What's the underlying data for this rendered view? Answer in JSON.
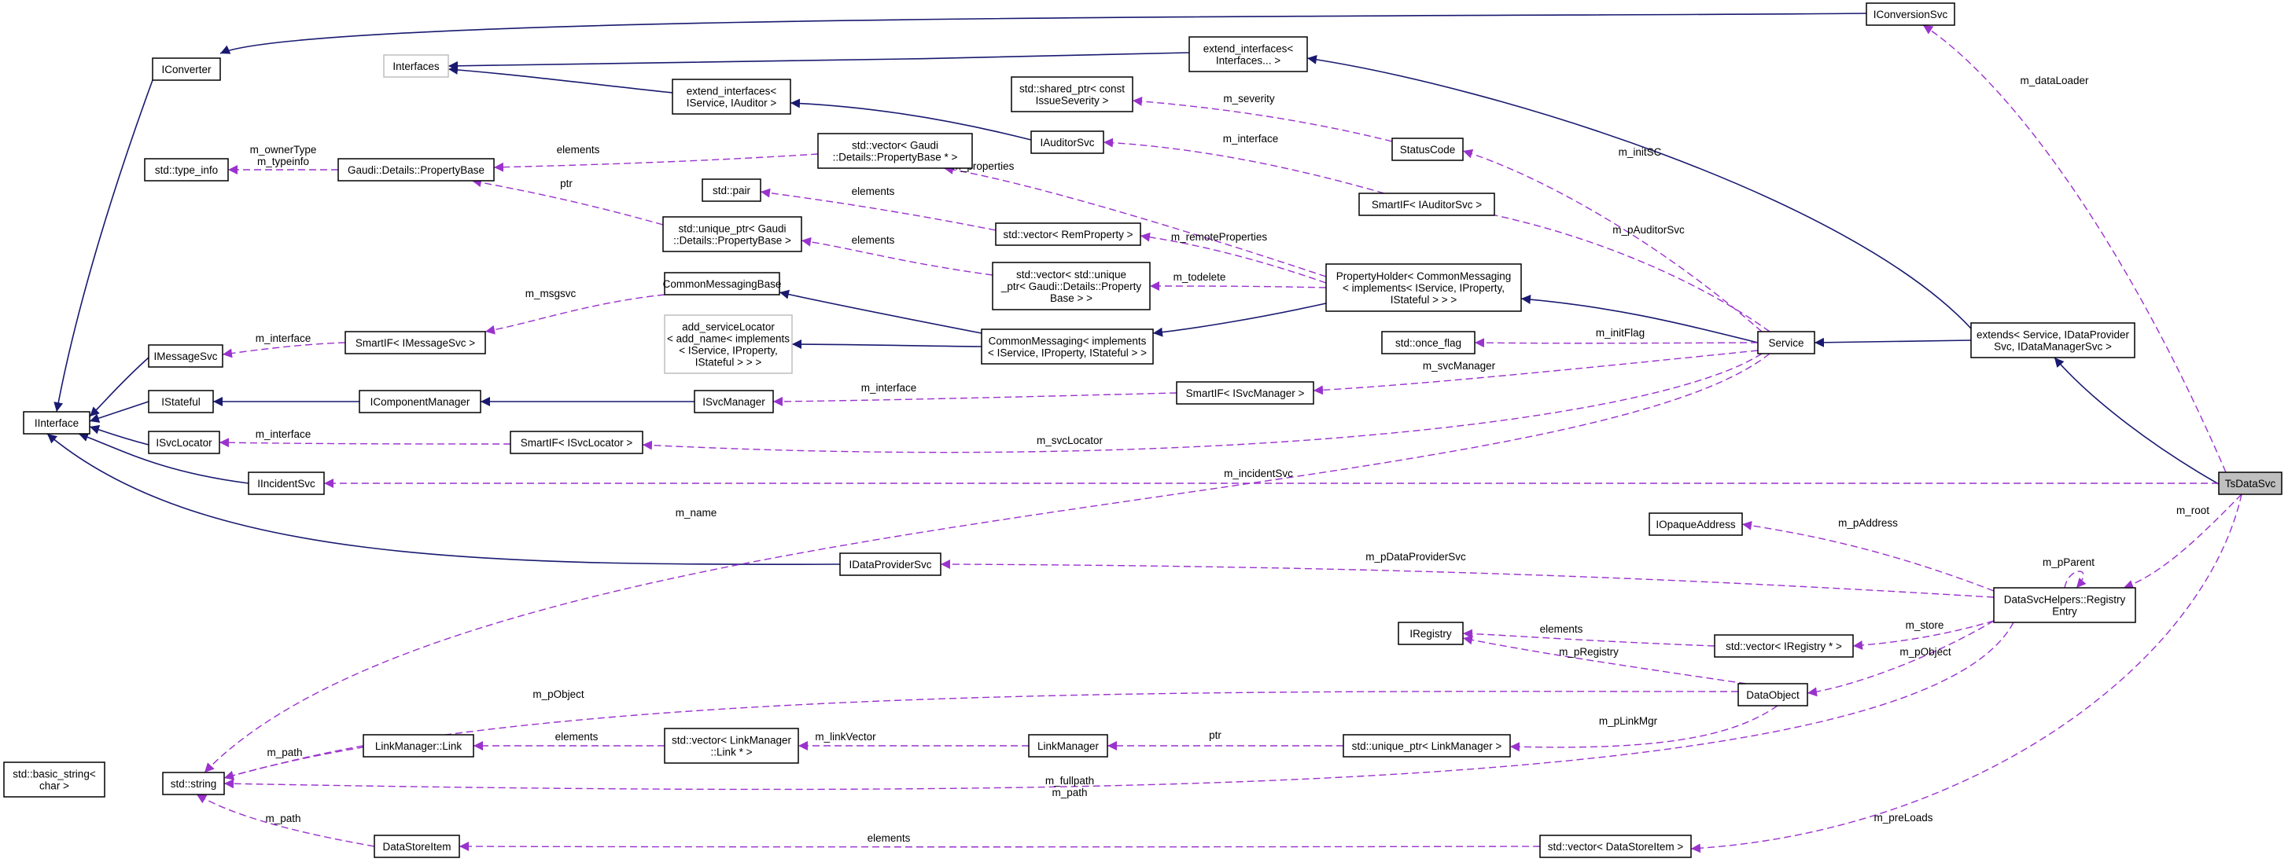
{
  "diagram": {
    "nodes": [
      {
        "id": "IConversionSvc",
        "lines": [
          "IConversionSvc"
        ]
      },
      {
        "id": "IConverter",
        "lines": [
          "IConverter"
        ]
      },
      {
        "id": "Interfaces",
        "lines": [
          "Interfaces"
        ]
      },
      {
        "id": "extend_interfaces_Interfaces",
        "lines": [
          "extend_interfaces<",
          "Interfaces... >"
        ]
      },
      {
        "id": "extend_interfaces_IService_IAuditor",
        "lines": [
          "extend_interfaces<",
          "IService, IAuditor >"
        ]
      },
      {
        "id": "shared_ptr_IssueSeverity",
        "lines": [
          "std::shared_ptr< const",
          "IssueSeverity >"
        ]
      },
      {
        "id": "type_info",
        "lines": [
          "std::type_info"
        ]
      },
      {
        "id": "PropertyBase",
        "lines": [
          "Gaudi::Details::PropertyBase"
        ]
      },
      {
        "id": "vector_PropertyBase_ptr",
        "lines": [
          "std::vector< Gaudi",
          "::Details::PropertyBase * >"
        ]
      },
      {
        "id": "IAuditorSvc",
        "lines": [
          "IAuditorSvc"
        ]
      },
      {
        "id": "StatusCode",
        "lines": [
          "StatusCode"
        ]
      },
      {
        "id": "pair",
        "lines": [
          "std::pair"
        ]
      },
      {
        "id": "unique_ptr_PropertyBase",
        "lines": [
          "std::unique_ptr< Gaudi",
          "::Details::PropertyBase >"
        ]
      },
      {
        "id": "SmartIF_IAuditorSvc",
        "lines": [
          "SmartIF< IAuditorSvc >"
        ]
      },
      {
        "id": "vector_RemProperty",
        "lines": [
          "std::vector< RemProperty >"
        ]
      },
      {
        "id": "vector_unique_ptr_PropertyBase",
        "lines": [
          "std::vector< std::unique",
          "_ptr< Gaudi::Details::Property",
          "Base > >"
        ]
      },
      {
        "id": "PropertyHolder",
        "lines": [
          "PropertyHolder< CommonMessaging",
          "< implements< IService, IProperty,",
          "IStateful > > >"
        ]
      },
      {
        "id": "CommonMessagingBase",
        "lines": [
          "CommonMessagingBase"
        ]
      },
      {
        "id": "add_serviceLocator",
        "lines": [
          "add_serviceLocator",
          "< add_name< implements",
          "< IService, IProperty,",
          "IStateful > > >"
        ]
      },
      {
        "id": "CommonMessaging_impl",
        "lines": [
          "CommonMessaging< implements",
          "< IService, IProperty, IStateful > >"
        ]
      },
      {
        "id": "once_flag",
        "lines": [
          "std::once_flag"
        ]
      },
      {
        "id": "Service",
        "lines": [
          "Service"
        ]
      },
      {
        "id": "extends_Service",
        "lines": [
          "extends< Service, IDataProvider",
          "Svc, IDataManagerSvc >"
        ]
      },
      {
        "id": "IMessageSvc",
        "lines": [
          "IMessageSvc"
        ]
      },
      {
        "id": "SmartIF_IMessageSvc",
        "lines": [
          "SmartIF< IMessageSvc >"
        ]
      },
      {
        "id": "IStateful",
        "lines": [
          "IStateful"
        ]
      },
      {
        "id": "IComponentManager",
        "lines": [
          "IComponentManager"
        ]
      },
      {
        "id": "ISvcManager",
        "lines": [
          "ISvcManager"
        ]
      },
      {
        "id": "SmartIF_ISvcManager",
        "lines": [
          "SmartIF< ISvcManager >"
        ]
      },
      {
        "id": "IInterface",
        "lines": [
          "IInterface"
        ]
      },
      {
        "id": "ISvcLocator",
        "lines": [
          "ISvcLocator"
        ]
      },
      {
        "id": "SmartIF_ISvcLocator",
        "lines": [
          "SmartIF< ISvcLocator >"
        ]
      },
      {
        "id": "IIncidentSvc",
        "lines": [
          "IIncidentSvc"
        ]
      },
      {
        "id": "TsDataSvc",
        "lines": [
          "TsDataSvc"
        ]
      },
      {
        "id": "IOpaqueAddress",
        "lines": [
          "IOpaqueAddress"
        ]
      },
      {
        "id": "IDataProviderSvc",
        "lines": [
          "IDataProviderSvc"
        ]
      },
      {
        "id": "RegistryEntry",
        "lines": [
          "DataSvcHelpers::Registry",
          "Entry"
        ]
      },
      {
        "id": "IRegistry",
        "lines": [
          "IRegistry"
        ]
      },
      {
        "id": "vector_IRegistry_ptr",
        "lines": [
          "std::vector< IRegistry * >"
        ]
      },
      {
        "id": "DataObject",
        "lines": [
          "DataObject"
        ]
      },
      {
        "id": "basic_string",
        "lines": [
          "std::basic_string<",
          "char >"
        ]
      },
      {
        "id": "string",
        "lines": [
          "std::string"
        ]
      },
      {
        "id": "LinkManager_Link",
        "lines": [
          "LinkManager::Link"
        ]
      },
      {
        "id": "vector_LinkManager_Link_ptr",
        "lines": [
          "std::vector< LinkManager",
          "::Link * >"
        ]
      },
      {
        "id": "LinkManager",
        "lines": [
          "LinkManager"
        ]
      },
      {
        "id": "unique_ptr_LinkManager",
        "lines": [
          "std::unique_ptr< LinkManager >"
        ]
      },
      {
        "id": "DataStoreItem",
        "lines": [
          "DataStoreItem"
        ]
      },
      {
        "id": "vector_DataStoreItem",
        "lines": [
          "std::vector< DataStoreItem >"
        ]
      }
    ],
    "edges": [
      {
        "label": ""
      },
      {
        "label": ""
      },
      {
        "label": ""
      },
      {
        "label": ""
      },
      {
        "label": ""
      },
      {
        "label": ""
      },
      {
        "label": ""
      },
      {
        "label": ""
      },
      {
        "label": ""
      },
      {
        "label": ""
      },
      {
        "label": ""
      },
      {
        "label": ""
      },
      {
        "label": ""
      },
      {
        "label": ""
      },
      {
        "label": ""
      },
      {
        "label": ""
      },
      {
        "label": ""
      },
      {
        "label": ""
      },
      {
        "label": ""
      },
      {
        "label": "m_dataLoader"
      },
      {
        "label": "m_severity"
      },
      {
        "label": "m_interface"
      },
      {
        "label": "m_initSC"
      },
      {
        "label": "m_pAuditorSvc"
      },
      {
        "label": "m_ownerType\nm_typeinfo"
      },
      {
        "label": "elements"
      },
      {
        "label": "ptr"
      },
      {
        "label": "m_properties"
      },
      {
        "label": "elements"
      },
      {
        "label": "m_remoteProperties"
      },
      {
        "label": "elements"
      },
      {
        "label": "m_todelete"
      },
      {
        "label": "m_initFlag"
      },
      {
        "label": "m_msgsvc"
      },
      {
        "label": "m_interface"
      },
      {
        "label": "m_svcManager"
      },
      {
        "label": "m_interface"
      },
      {
        "label": "m_interface"
      },
      {
        "label": "m_svcLocator"
      },
      {
        "label": "m_incidentSvc"
      },
      {
        "label": "m_name"
      },
      {
        "label": "m_pDataProviderSvc"
      },
      {
        "label": "m_root"
      },
      {
        "label": "m_pAddress"
      },
      {
        "label": "m_pParent"
      },
      {
        "label": "elements"
      },
      {
        "label": "m_store"
      },
      {
        "label": "m_pRegistry"
      },
      {
        "label": "m_pObject"
      },
      {
        "label": "m_pObject"
      },
      {
        "label": "m_path"
      },
      {
        "label": "elements"
      },
      {
        "label": "m_linkVector"
      },
      {
        "label": "ptr"
      },
      {
        "label": "m_pLinkMgr"
      },
      {
        "label": "m_fullpath\nm_path"
      },
      {
        "label": "m_path"
      },
      {
        "label": "elements"
      },
      {
        "label": "m_preLoads"
      }
    ]
  }
}
